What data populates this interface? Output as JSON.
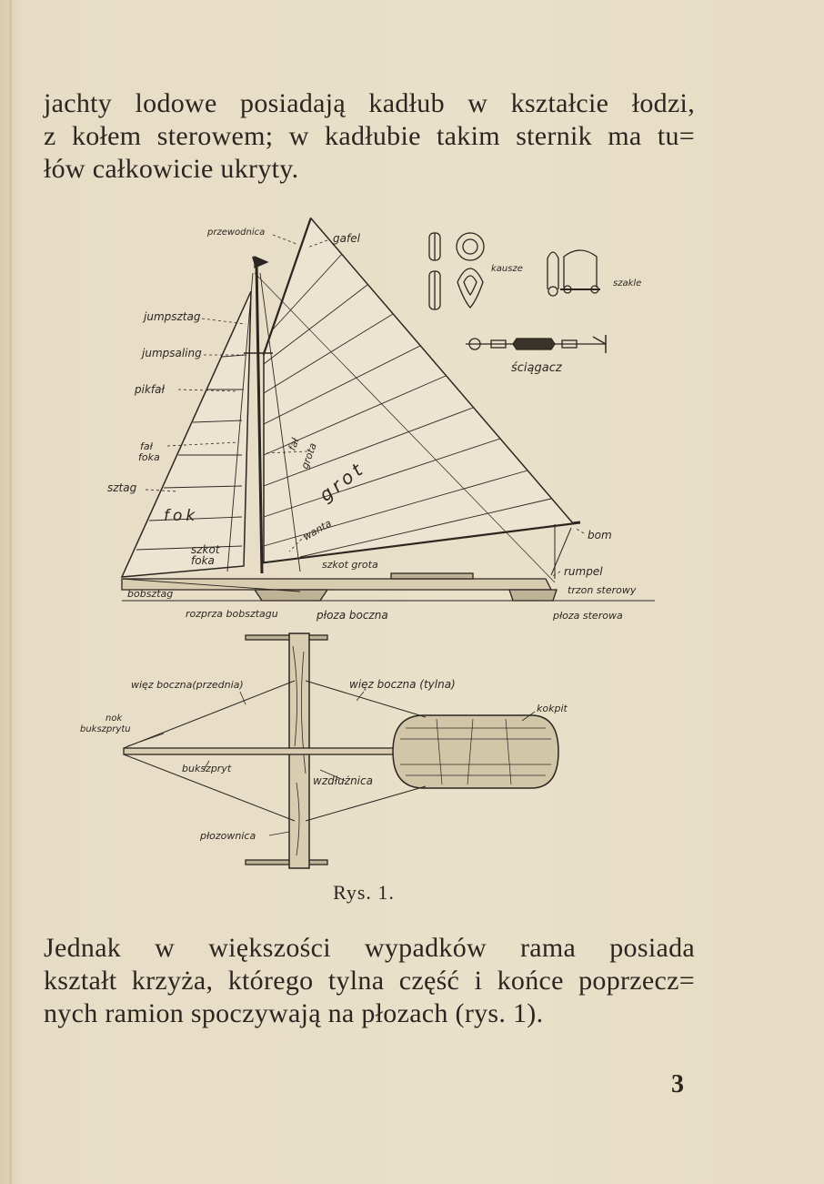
{
  "paragraph_1": {
    "lines": [
      "jachty lodowe posiadają kadłub w kształcie łodzi,",
      "z kołem sterowem; w kadłubie takim sternik ma tu=",
      "łów całkowicie ukryty."
    ]
  },
  "figure": {
    "caption": "Rys. 1.",
    "labels": {
      "przewodnica": "przewodnica",
      "gafel": "gafel",
      "kausze": "kausze",
      "szakle": "szakle",
      "sciagacz": "ściągacz",
      "jumpsztag": "jumpsztag",
      "jumpsaling": "jumpsaling",
      "pikfal": "pikfał",
      "fal_foka_1": "fał",
      "fal_foka_2": "foka",
      "fal_grota_1": "fał",
      "fal_grota_2": "grota",
      "sztag": "sztag",
      "grot": "grot",
      "fok": "fok",
      "wanta": "wanta",
      "szkot_foka_1": "szkot",
      "szkot_foka_2": "foka",
      "szkot_grota": "szkot grota",
      "bom": "bom",
      "rumpel": "rumpel",
      "trzon_sterowy": "trzon sterowy",
      "bobsztag": "bobsztag",
      "rozprza_bobsztagu": "rozprza bobsztagu",
      "ploza_boczna": "płoza boczna",
      "ploza_sterowa": "płoza sterowa",
      "wiez_przednia": "więz boczna(przednia)",
      "wiez_tylna": "więz boczna (tylna)",
      "nok_1": "nok",
      "nok_2": "bukszprytu",
      "kokpit": "kokpit",
      "bukszpryt": "bukszpryt",
      "wzdluznica": "wzdłużnica",
      "plozownica": "płozownica"
    }
  },
  "paragraph_2": {
    "lines": [
      "Jednak w większości wypadków rama posiada",
      "kształt krzyża, którego tylna część i końce poprzecz=",
      "nych ramion spoczywają na płozach (rys. 1)."
    ]
  },
  "page_number": "3"
}
